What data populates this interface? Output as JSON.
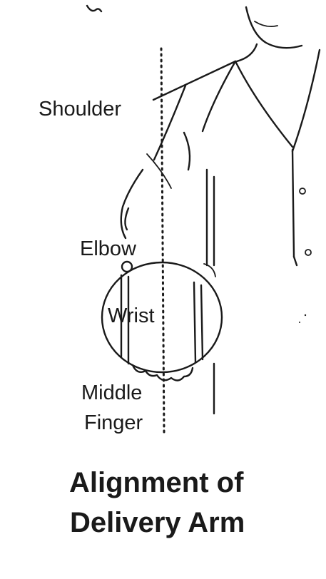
{
  "labels": {
    "shoulder": "Shoulder",
    "elbow": "Elbow",
    "wrist": "Wrist",
    "middle_finger_line1": "Middle",
    "middle_finger_line2": "Finger"
  },
  "caption": {
    "line1": "Alignment of",
    "line2": "Delivery Arm"
  },
  "colors": {
    "ink": "#1a1a1a",
    "background": "#ffffff"
  }
}
